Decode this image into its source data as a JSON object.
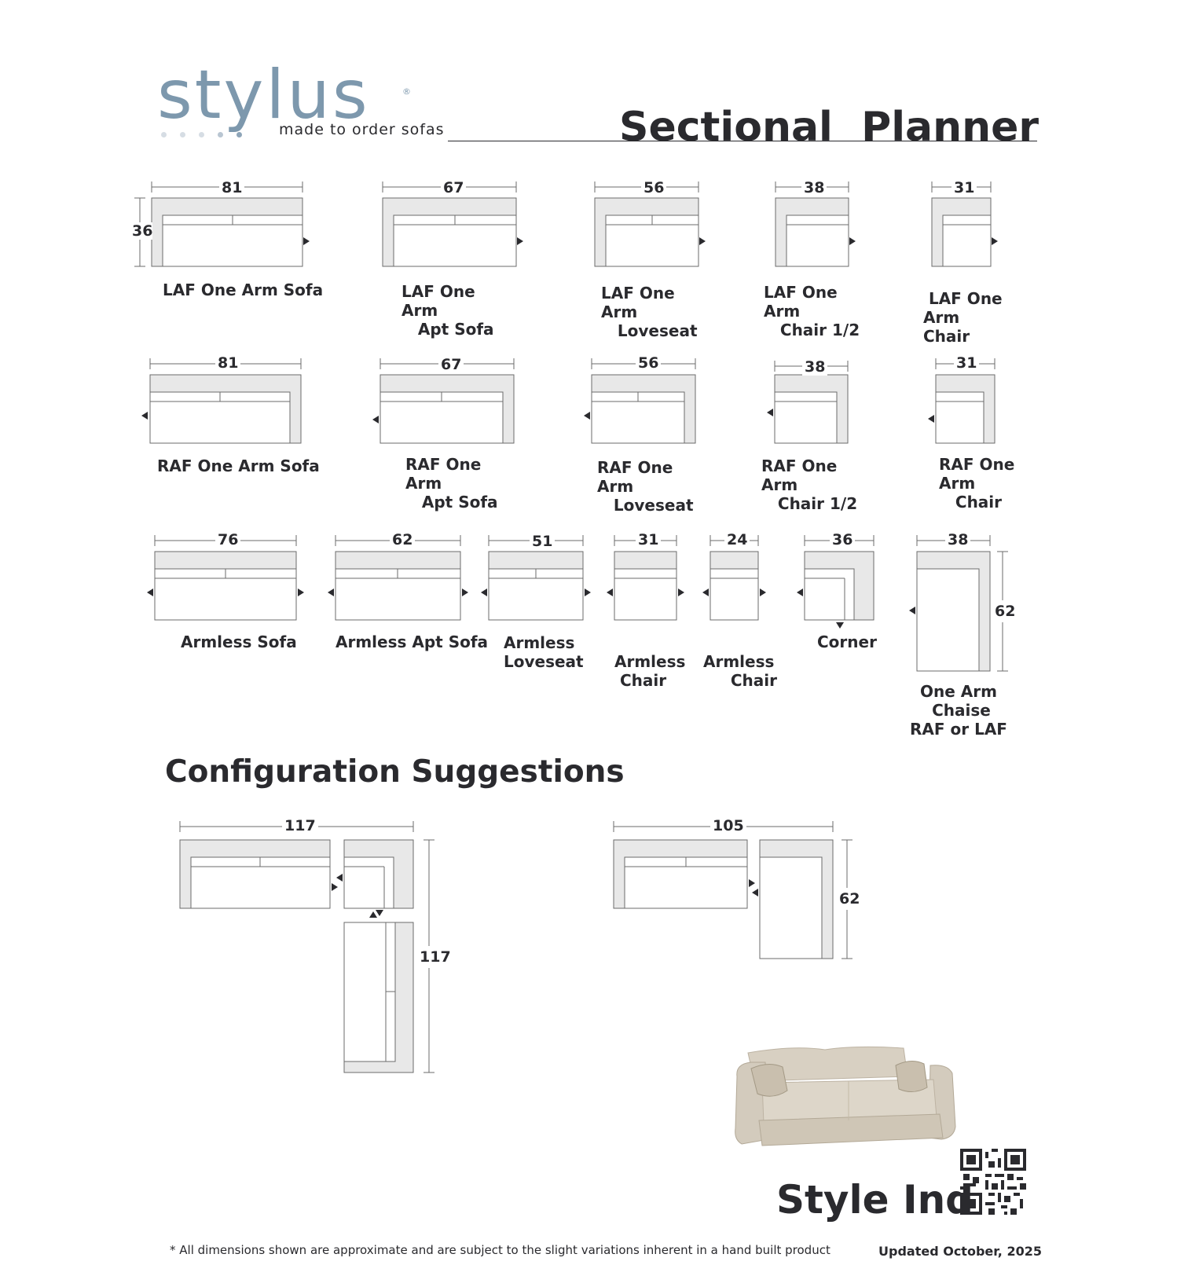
{
  "header": {
    "logo_word": "stylus",
    "logo_registered": "®",
    "logo_tagline": "made to order sofas",
    "title": "Sectional  Planner"
  },
  "pieces": [
    {
      "label": "LAF One Arm Sofa",
      "width": "81",
      "depth": "36"
    },
    {
      "label": "LAF One\nArm\n   Apt Sofa",
      "width": "67"
    },
    {
      "label": "LAF One\nArm\n   Loveseat",
      "width": "56"
    },
    {
      "label": "LAF One\nArm\n   Chair 1/2",
      "width": "38"
    },
    {
      "label": " LAF One\nArm\nChair",
      "width": "31"
    },
    {
      "label": "RAF One Arm Sofa",
      "width": "81"
    },
    {
      "label": "RAF One\nArm\n   Apt Sofa",
      "width": "67"
    },
    {
      "label": "RAF One\nArm\n   Loveseat",
      "width": "56"
    },
    {
      "label": "RAF One\nArm\n   Chair 1/2",
      "width": "38"
    },
    {
      "label": "RAF One\nArm\n   Chair",
      "width": "31"
    },
    {
      "label": "Armless Sofa",
      "width": "76"
    },
    {
      "label": "Armless Apt Sofa",
      "width": "62"
    },
    {
      "label": "Armless\nLoveseat",
      "width": "51"
    },
    {
      "label": "Armless\n Chair",
      "width": "31"
    },
    {
      "label": "Armless\n     Chair",
      "width": "24"
    },
    {
      "label": "Corner",
      "width": "36"
    },
    {
      "label": "One Arm\n Chaise\nRAF or LAF",
      "width": "38",
      "depth": "62"
    }
  ],
  "section_title": "Configuration Suggestions",
  "configs": [
    {
      "width": "117",
      "depth": "117"
    },
    {
      "width": "105",
      "depth": "62"
    }
  ],
  "brand_footer": "Style Ind",
  "footer": {
    "note": "* All dimensions shown are approximate and are subject to the slight variations inherent in a hand built product",
    "updated": "Updated October, 2025"
  },
  "colors": {
    "outline": "#6b6b6b",
    "fill": "#e8e8e8",
    "text": "#2a2a2e",
    "logo": "#7d98ad"
  }
}
